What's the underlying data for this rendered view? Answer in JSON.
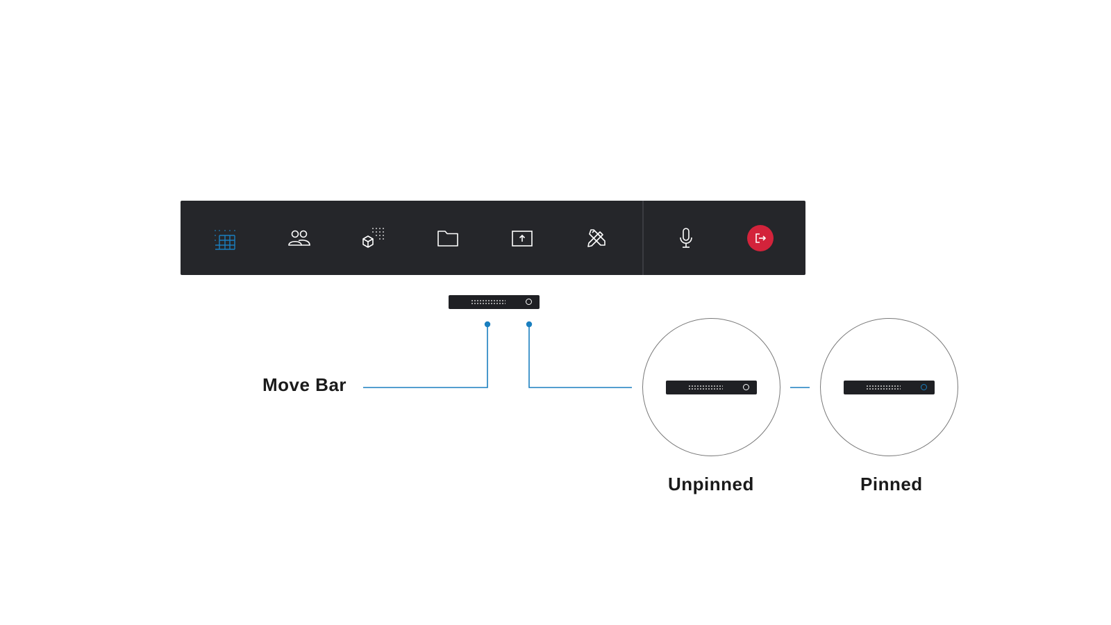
{
  "colors": {
    "toolbar_bg": "#25262a",
    "accent_blue": "#1a7fbf",
    "leave_red": "#d3233b",
    "icon_white": "#ffffff",
    "callout_line": "#1a7fbf"
  },
  "toolbar": {
    "items": [
      {
        "icon": "layout-grid-icon",
        "active": true
      },
      {
        "icon": "people-icon",
        "active": false
      },
      {
        "icon": "3d-objects-icon",
        "active": false
      },
      {
        "icon": "folder-icon",
        "active": false
      },
      {
        "icon": "share-screen-icon",
        "active": false
      },
      {
        "icon": "tools-icon",
        "active": false
      },
      {
        "icon": "microphone-icon",
        "active": false
      },
      {
        "icon": "leave-icon",
        "active": false
      }
    ]
  },
  "labels": {
    "move_bar": "Move Bar",
    "unpinned": "Unpinned",
    "pinned": "Pinned"
  },
  "states": {
    "unpinned_pin_color": "#ffffff",
    "pinned_pin_color": "#1a7fbf"
  }
}
